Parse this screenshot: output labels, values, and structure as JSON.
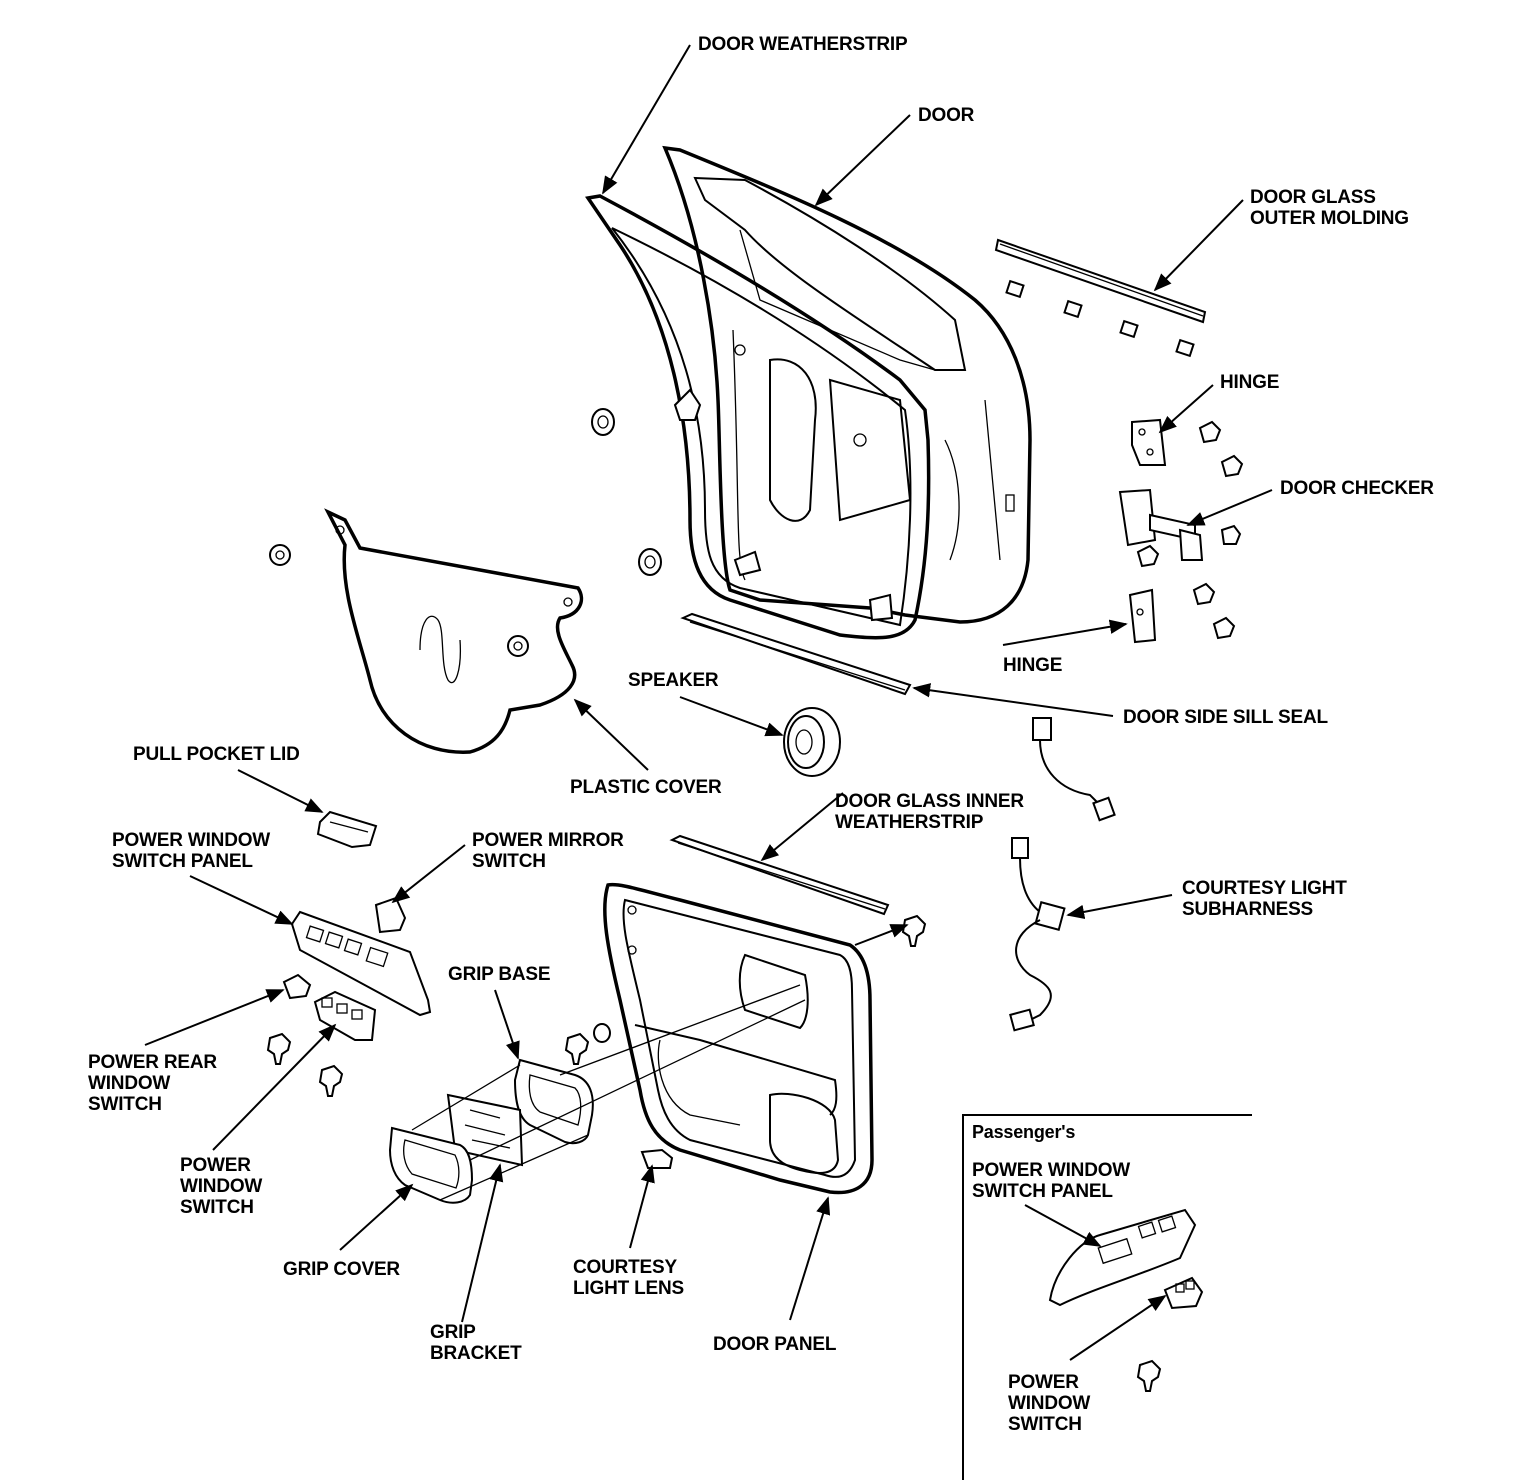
{
  "labels": {
    "door_weatherstrip": [
      "DOOR WEATHERSTRIP"
    ],
    "door": [
      "DOOR"
    ],
    "door_glass_outer_molding": [
      "DOOR GLASS",
      "OUTER MOLDING"
    ],
    "hinge_upper": [
      "HINGE"
    ],
    "door_checker": [
      "DOOR CHECKER"
    ],
    "hinge_lower": [
      "HINGE"
    ],
    "speaker": [
      "SPEAKER"
    ],
    "door_side_sill_seal": [
      "DOOR SIDE SILL SEAL"
    ],
    "pull_pocket_lid": [
      "PULL POCKET LID"
    ],
    "plastic_cover": [
      "PLASTIC COVER"
    ],
    "door_glass_inner_weatherstrip": [
      "DOOR GLASS INNER",
      "WEATHERSTRIP"
    ],
    "power_window_switch_panel": [
      "POWER WINDOW",
      "SWITCH PANEL"
    ],
    "power_mirror_switch": [
      "POWER MIRROR",
      "SWITCH"
    ],
    "courtesy_light_subharness": [
      "COURTESY LIGHT",
      "SUBHARNESS"
    ],
    "grip_base": [
      "GRIP BASE"
    ],
    "power_rear_window_switch": [
      "POWER REAR",
      "WINDOW",
      "SWITCH"
    ],
    "power_window_switch": [
      "POWER",
      "WINDOW",
      "SWITCH"
    ],
    "grip_cover": [
      "GRIP COVER"
    ],
    "courtesy_light_lens": [
      "COURTESY",
      "LIGHT LENS"
    ],
    "grip_bracket": [
      "GRIP",
      "BRACKET"
    ],
    "door_panel": [
      "DOOR PANEL"
    ]
  },
  "inset": {
    "title": "Passenger's",
    "switch_panel": [
      "POWER WINDOW",
      "SWITCH PANEL"
    ],
    "window_switch": [
      "POWER",
      "WINDOW",
      "SWITCH"
    ]
  }
}
